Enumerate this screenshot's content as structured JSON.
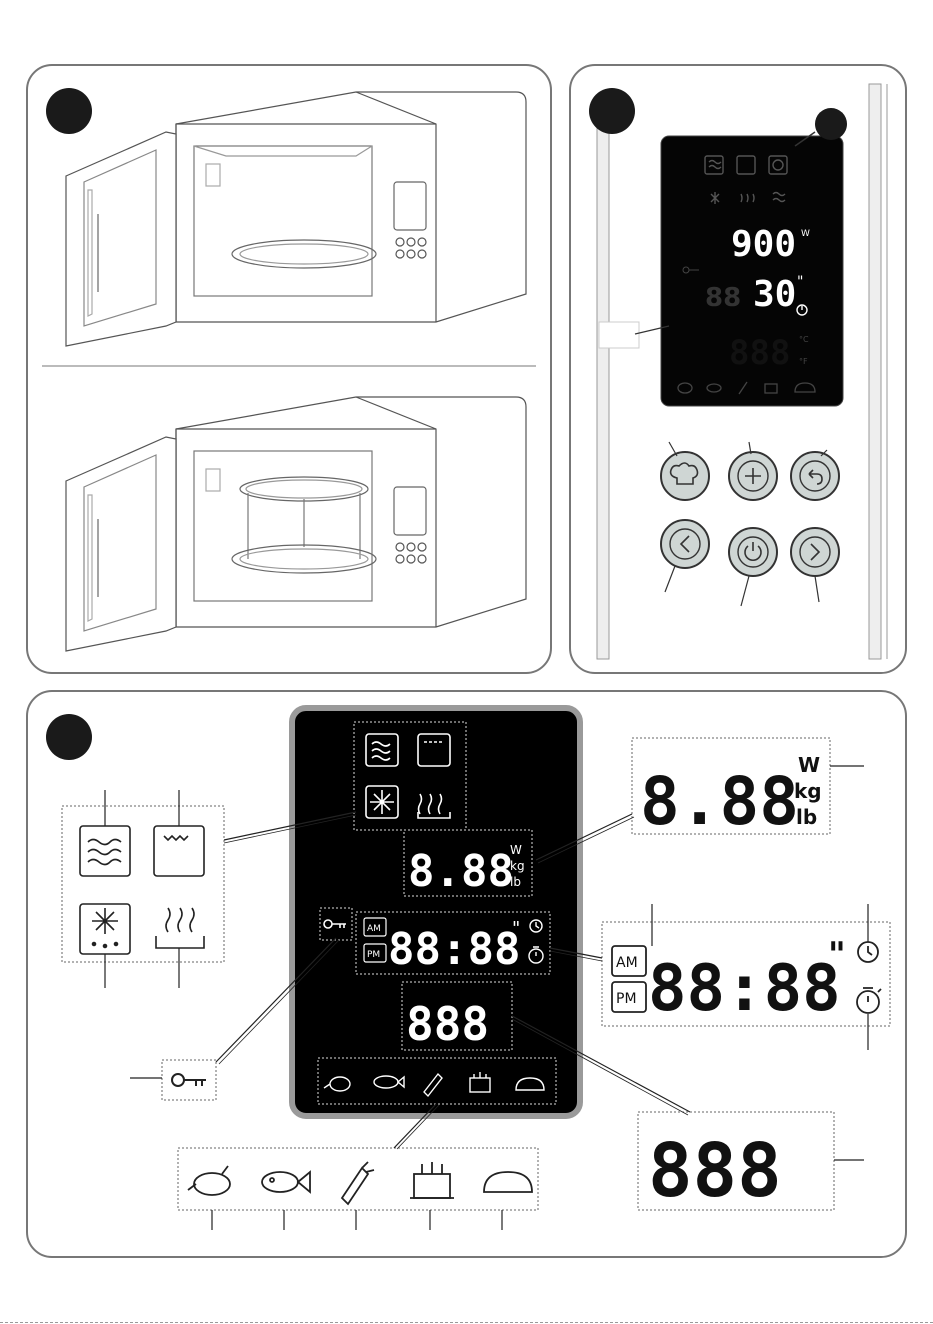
{
  "panel2": {
    "power_value": "900",
    "power_unit": "W",
    "time_value": "30",
    "time_unit": "\"",
    "temp_value": "888",
    "temp_unit_c": "°C",
    "temp_unit_f": "°F"
  },
  "panel3": {
    "weight_digits": "8.88",
    "weight_units": [
      "W",
      "kg",
      "lb"
    ],
    "clock_digits": "88:88",
    "ampm": [
      "AM",
      "PM"
    ],
    "sec_mark": "\"",
    "temp_digits": "888"
  },
  "icons": {
    "modes": [
      "microwave-icon",
      "grill-icon",
      "defrost-icon",
      "steam-icon"
    ],
    "foods": [
      "chicken-icon",
      "fish-icon",
      "vegetable-icon",
      "cake-icon",
      "bread-icon"
    ],
    "lock": "key-lock-icon",
    "clock": "clock-icon",
    "timer": "stopwatch-icon",
    "buttons": [
      "chef-hat-icon",
      "plus-icon",
      "back-icon",
      "chevron-left-icon",
      "power-icon",
      "chevron-right-icon"
    ]
  }
}
